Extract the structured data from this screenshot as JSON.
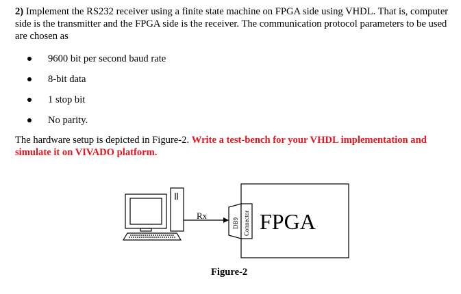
{
  "question": {
    "number": "2)",
    "text": "Implement the RS232 receiver using a finite state machine on FPGA side using VHDL. That is, computer side is the transmitter and the FPGA side is the receiver. The communication protocol parameters to be used are chosen as"
  },
  "parameters": [
    "9600 bit per second baud rate",
    "8-bit data",
    "1 stop bit",
    "No parity."
  ],
  "hardware": {
    "text": "The hardware setup is depicted in Figure-2.",
    "highlight": "Write a test-bench for your VHDL implementation and simulate it on VIVADO platform.",
    "highlight_color": "#e8141d"
  },
  "figure": {
    "rx_label": "Rx",
    "connector_label_1": "DB9",
    "connector_label_2": "Connector",
    "fpga_label": "FPGA",
    "caption": "Figure-2",
    "icons": [
      "computer-icon",
      "db9-connector-icon"
    ]
  }
}
